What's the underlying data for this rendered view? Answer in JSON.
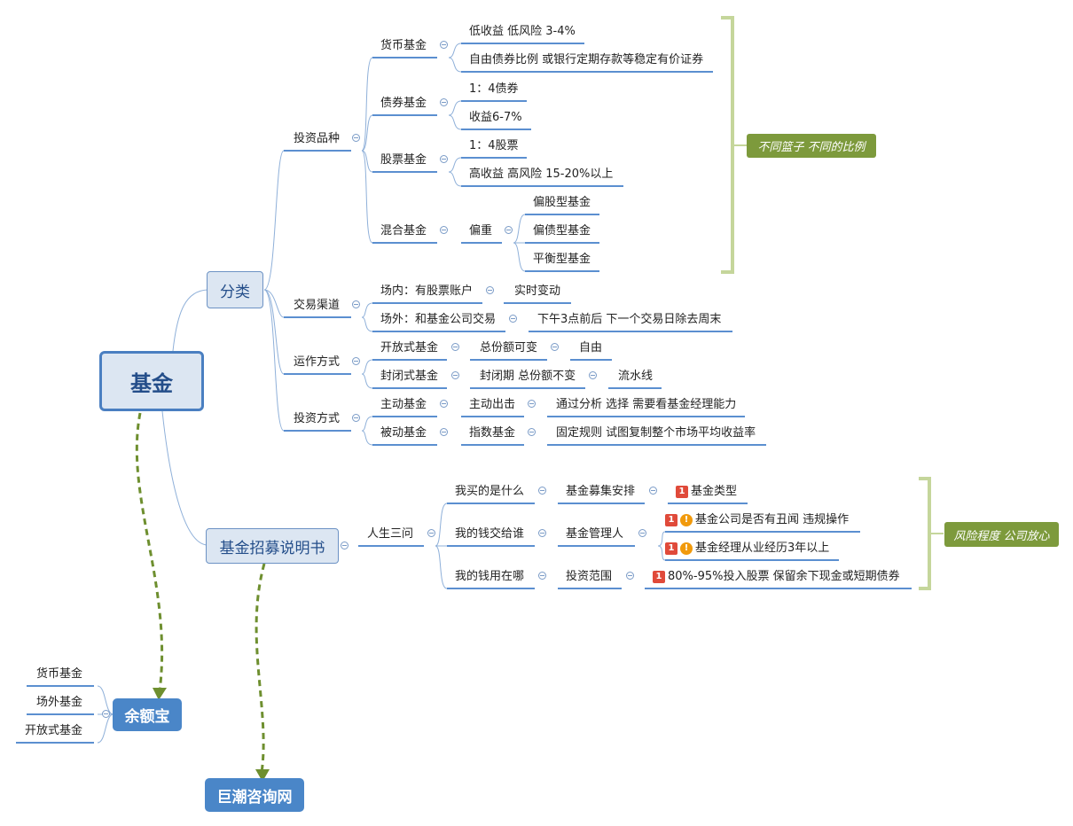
{
  "root": "基金",
  "main": {
    "classify": "分类",
    "prospectus": "基金招募说明书",
    "yuebao": "余额宝",
    "juchao": "巨潮咨询网"
  },
  "invest_type": {
    "label": "投资品种",
    "money": {
      "label": "货币基金",
      "items": [
        "低收益 低风险 3-4%",
        "自由债券比例 或银行定期存款等稳定有价证券"
      ]
    },
    "bond": {
      "label": "债券基金",
      "items": [
        "1：4债券",
        "收益6-7%"
      ]
    },
    "stock": {
      "label": "股票基金",
      "items": [
        "1：4股票",
        "高收益 高风险 15-20%以上"
      ]
    },
    "mixed": {
      "label": "混合基金",
      "bias": "偏重",
      "items": [
        "偏股型基金",
        "偏债型基金",
        "平衡型基金"
      ]
    }
  },
  "channel": {
    "label": "交易渠道",
    "inside": {
      "label": "场内：有股票账户",
      "detail": "实时变动"
    },
    "outside": {
      "label": "场外：和基金公司交易",
      "detail": "下午3点前后 下一个交易日除去周末"
    }
  },
  "operation": {
    "label": "运作方式",
    "open": {
      "label": "开放式基金",
      "a": "总份额可变",
      "b": "自由"
    },
    "closed": {
      "label": "封闭式基金",
      "a": "封闭期 总份额不变",
      "b": "流水线"
    }
  },
  "approach": {
    "label": "投资方式",
    "active": {
      "label": "主动基金",
      "a": "主动出击",
      "b": "通过分析 选择 需要看基金经理能力"
    },
    "passive": {
      "label": "被动基金",
      "a": "指数基金",
      "b": "固定规则 试图复制整个市场平均收益率"
    }
  },
  "three_q": {
    "label": "人生三问",
    "q1": {
      "label": "我买的是什么",
      "a": "基金募集安排",
      "b": "基金类型"
    },
    "q2": {
      "label": "我的钱交给谁",
      "a": "基金管理人",
      "b1": "基金公司是否有丑闻 违规操作",
      "b2": "基金经理从业经历3年以上"
    },
    "q3": {
      "label": "我的钱用在哪",
      "a": "投资范围",
      "b": "80%-95%投入股票 保留余下现金或短期债券"
    }
  },
  "yuebao_items": [
    "货币基金",
    "场外基金",
    "开放式基金"
  ],
  "callouts": {
    "baskets": "不同篮子 不同的比例",
    "risk": "风险程度 公司放心"
  },
  "markers": {
    "priority": "1",
    "warning": "!"
  },
  "colors": {
    "line": "#5b8fd0",
    "branch": "#8fb0d9",
    "root_border": "#4a7fc1",
    "dashed": "#6e8f2f",
    "bracket": "#c5d69b",
    "callout": "#7d9a3c"
  }
}
